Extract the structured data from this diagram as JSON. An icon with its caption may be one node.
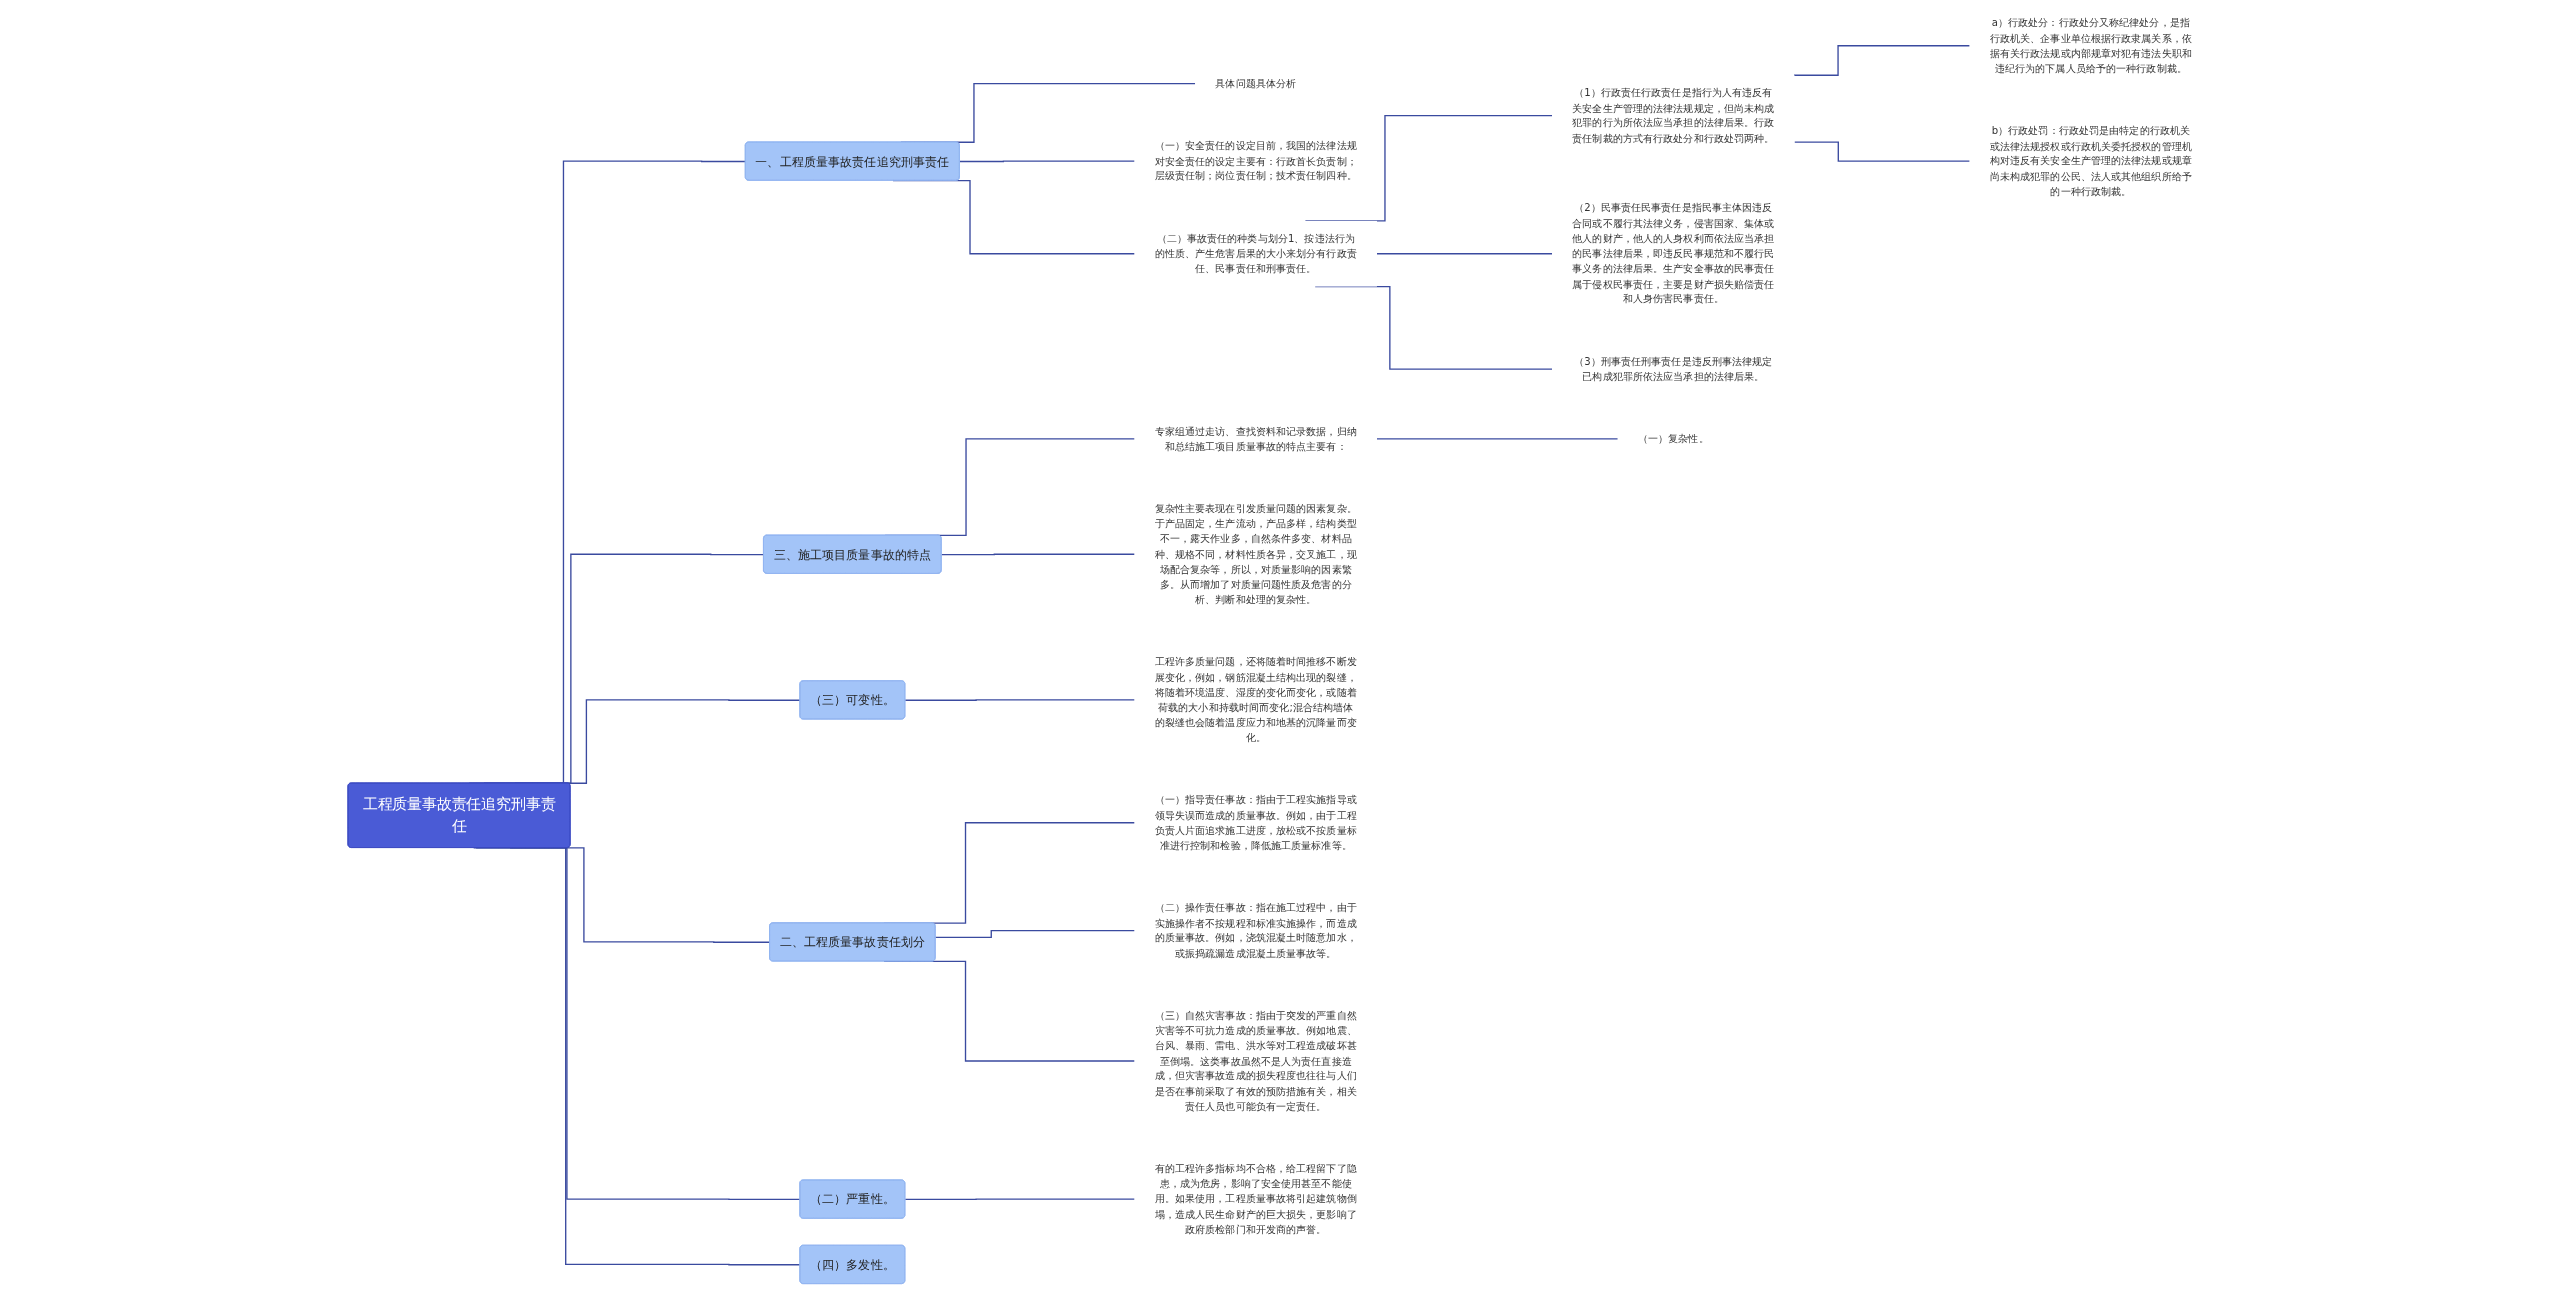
{
  "diagram": {
    "nodes": [
      {
        "text": [
          "工程质量事故责任追究刑事责任"
        ]
      },
      {
        "text": [
          "一、工程质量事故责任追究刑事责任"
        ]
      },
      {
        "text": [
          "具体问题具体分析"
        ]
      },
      {
        "text": [
          "（一）安全责任的设定目前，我国的法律法规对安全责任的设定主要有：行政首长负责制；层级责任制；岗位责任制；技术责任制四种。"
        ]
      },
      {
        "text": [
          "（二）事故责任的种类与划分1、按违法行为的性质、产生危害后果的大小来划分有行政责任、民事责任和刑事责任。"
        ]
      },
      {
        "text": [
          "（1）行政责任行政责任是指行为人有违反有关安全生产管理的法律法规规定，但尚未构成犯罪的行为所依法应当承担的法律后果。行政责任制裁的方式有行政处分和行政处罚两种。"
        ]
      },
      {
        "text": [
          "a）行政处分：行政处分又称纪律处分，是指行政机关、企事业单位根据行政隶属关系，依据有关行政法规或内部规章对犯有违法失职和违纪行为的下属人员给予的一种行政制裁。"
        ]
      },
      {
        "text": [
          "b）行政处罚：行政处罚是由特定的行政机关或法律法规授权或行政机关委托授权的管理机构对违反有关安全生产管理的法律法规或规章尚未构成犯罪的公民、法人或其他组织所给予的一种行政制裁。"
        ]
      },
      {
        "text": [
          "（2）民事责任民事责任是指民事主体因违反合同或不履行其法律义务，侵害国家、集体或他人的财产，他人的人身权利而依法应当承担的民事法律后果，即违反民事规范和不履行民事义务的法律后果。生产安全事故的民事责任属于侵权民事责任，主要是财产损失赔偿责任和人身伤害民事责任。"
        ]
      },
      {
        "text": [
          "（3）刑事责任刑事责任是违反刑事法律规定已构成犯罪所依法应当承担的法律后果。"
        ]
      },
      {
        "text": [
          "三、施工项目质量事故的特点"
        ]
      },
      {
        "text": [
          "专家组通过走访、查找资料和记录数据，归纳和总结施工项目质量事故的特点主要有："
        ]
      },
      {
        "text": [
          "（一）复杂性。"
        ]
      },
      {
        "text": [
          "复杂性主要表现在引发质量问题的因素复杂。于产品固定，生产流动，产品多样，结构类型不一，露天作业多，自然条件多变、材料品种、规格不同，材料性质各异，交叉施工，现场配合复杂等，所以，对质量影响的因素繁多。从而增加了对质量问题性质及危害的分析、判断和处理的复杂性。"
        ]
      },
      {
        "text": [
          "（三）可变性。"
        ]
      },
      {
        "text": [
          "工程许多质量问题，还将随着时间推移不断发展变化，例如，钢筋混凝土结构出现的裂缝，将随着环境温度、湿度的变化而变化，或随着荷载的大小和持载时间而变化;混合结构墙体的裂缝也会随着温度应力和地基的沉降量而变化。"
        ]
      },
      {
        "text": [
          "二、工程质量事故责任划分"
        ]
      },
      {
        "text": [
          "（一）指导责任事故：指由于工程实施指导或领导失误而造成的质量事故。例如，由于工程负责人片面追求施工进度，放松或不按质量标准进行控制和检验，降低施工质量标准等。"
        ]
      },
      {
        "text": [
          "（二）操作责任事故：指在施工过程中，由于实施操作者不按规程和标准实施操作，而造成的质量事故。例如，浇筑混凝土时随意加水，或振捣疏漏造成混凝土质量事故等。"
        ]
      },
      {
        "text": [
          "（三）自然灾害事故：指由于突发的严重自然灾害等不可抗力造成的质量事故。例如地震、台风、暴雨、雷电、洪水等对工程造成破坏甚至倒塌。这类事故虽然不是人为责任直接造成，但灾害事故造成的损失程度也往往与人们是否在事前采取了有效的预防措施有关，相关责任人员也可能负有一定责任。"
        ]
      },
      {
        "text": [
          "（二）严重性。"
        ]
      },
      {
        "text": [
          "有的工程许多指标均不合格，给工程留下了隐患，成为危房，影响了安全使用甚至不能使用。如果使用，工程质量事故将引起建筑物倒塌，造成人民生命财产的巨大损失，更影响了政府质检部门和开发商的声誉。"
        ]
      },
      {
        "text": [
          "（四）多发性。"
        ]
      }
    ],
    "edges": [
      {
        "from": 0,
        "to": 1,
        "arrow": "none"
      },
      {
        "from": 1,
        "to": 2,
        "arrow": "none"
      },
      {
        "from": 1,
        "to": 3,
        "arrow": "none"
      },
      {
        "from": 1,
        "to": 4,
        "arrow": "none"
      },
      {
        "from": 4,
        "to": 5,
        "arrow": "none"
      },
      {
        "from": 5,
        "to": 6,
        "arrow": "none"
      },
      {
        "from": 5,
        "to": 7,
        "arrow": "none"
      },
      {
        "from": 4,
        "to": 8,
        "arrow": "none"
      },
      {
        "from": 4,
        "to": 9,
        "arrow": "none"
      },
      {
        "from": 0,
        "to": 10,
        "arrow": "none"
      },
      {
        "from": 10,
        "to": 11,
        "arrow": "none"
      },
      {
        "from": 11,
        "to": 12,
        "arrow": "none"
      },
      {
        "from": 10,
        "to": 13,
        "arrow": "none"
      },
      {
        "from": 0,
        "to": 14,
        "arrow": "none"
      },
      {
        "from": 14,
        "to": 15,
        "arrow": "none"
      },
      {
        "from": 0,
        "to": 16,
        "arrow": "none"
      },
      {
        "from": 16,
        "to": 17,
        "arrow": "none"
      },
      {
        "from": 16,
        "to": 18,
        "arrow": "none"
      },
      {
        "from": 16,
        "to": 19,
        "arrow": "none"
      },
      {
        "from": 0,
        "to": 20,
        "arrow": "none"
      },
      {
        "from": 20,
        "to": 21,
        "arrow": "none"
      },
      {
        "from": 0,
        "to": 22,
        "arrow": "none"
      }
    ]
  }
}
